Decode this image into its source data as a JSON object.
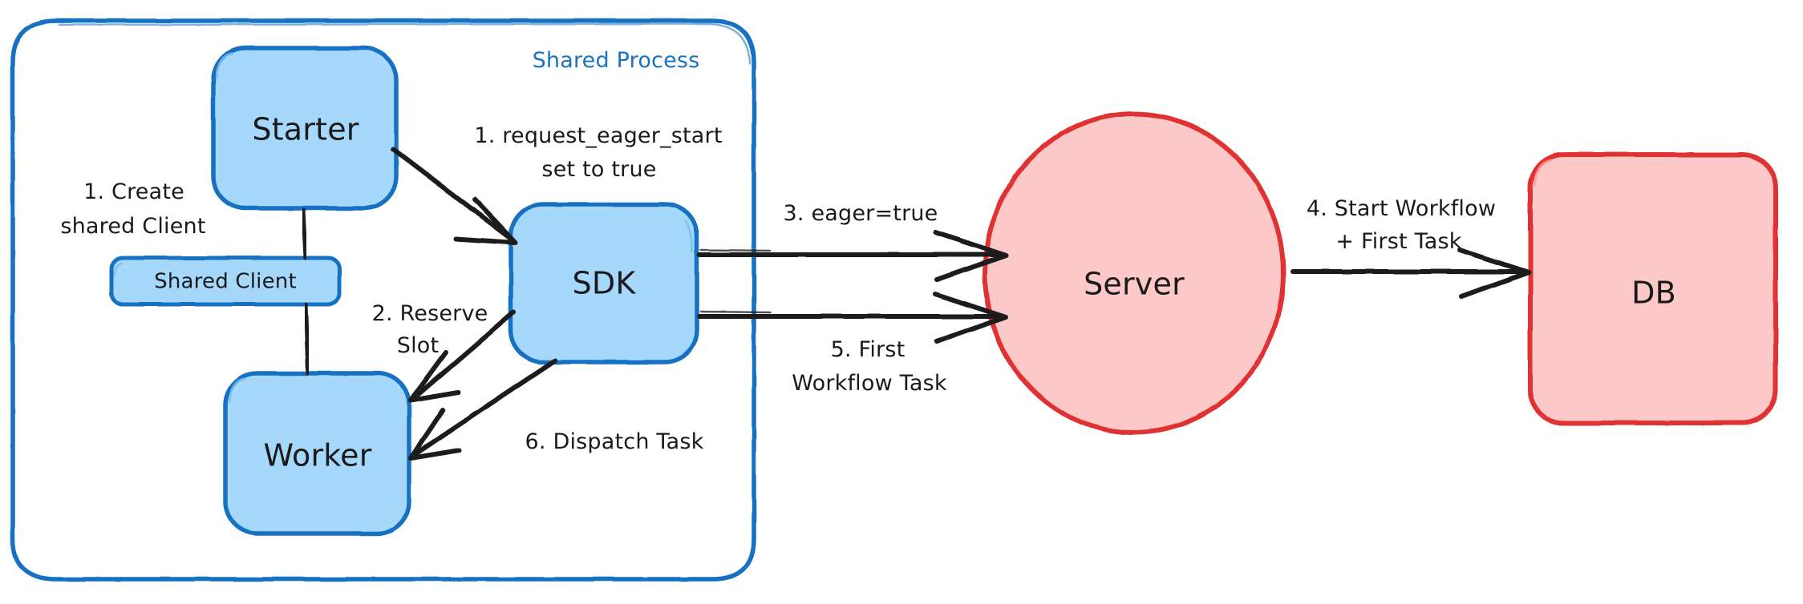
{
  "diagram": {
    "title": "Eager Workflow Start sequence",
    "colors": {
      "blue_fill": "#a5d8fa",
      "blue_stroke": "#1971c2",
      "red_fill": "#fcc8c8",
      "red_stroke": "#e03131",
      "line": "#1e1e1e",
      "background": "#ffffff"
    },
    "groups": [
      {
        "id": "shared-process",
        "label": "Shared Process"
      }
    ],
    "nodes": [
      {
        "id": "starter",
        "label": "Starter",
        "shape": "rounded-rect",
        "fill": "#a5d8fa",
        "stroke": "#1971c2"
      },
      {
        "id": "shared-client",
        "label": "Shared Client",
        "shape": "rounded-rect",
        "fill": "#a5d8fa",
        "stroke": "#1971c2"
      },
      {
        "id": "worker",
        "label": "Worker",
        "shape": "rounded-rect",
        "fill": "#a5d8fa",
        "stroke": "#1971c2"
      },
      {
        "id": "sdk",
        "label": "SDK",
        "shape": "rounded-rect",
        "fill": "#a5d8fa",
        "stroke": "#1971c2"
      },
      {
        "id": "server",
        "label": "Server",
        "shape": "ellipse",
        "fill": "#fcc8c8",
        "stroke": "#e03131"
      },
      {
        "id": "db",
        "label": "DB",
        "shape": "rounded-rect",
        "fill": "#fcc8c8",
        "stroke": "#e03131"
      }
    ],
    "edges": [
      {
        "id": "e1",
        "from": "starter",
        "to": "shared-client",
        "label": "1. Create\nshared Client",
        "arrow": false
      },
      {
        "id": "e2",
        "from": "shared-client",
        "to": "worker",
        "label": "",
        "arrow": false
      },
      {
        "id": "e3",
        "from": "starter",
        "to": "sdk",
        "label": "1. request_eager_start\nset to true",
        "arrow": true
      },
      {
        "id": "e4",
        "from": "sdk",
        "to": "worker",
        "label": "2. Reserve\nSlot",
        "arrow": true
      },
      {
        "id": "e5",
        "from": "sdk",
        "to": "server",
        "label": "3. eager=true",
        "arrow": true
      },
      {
        "id": "e6",
        "from": "server",
        "to": "db",
        "label": "4. Start Workflow\n+ First Task",
        "arrow": true
      },
      {
        "id": "e7",
        "from": "sdk",
        "to": "server",
        "label": "5. First\nWorkflow Task",
        "arrow": true
      },
      {
        "id": "e8",
        "from": "sdk",
        "to": "worker",
        "label": "6. Dispatch Task",
        "arrow": true
      }
    ],
    "labels": {
      "group_shared_process": "Shared Process",
      "node_starter": "Starter",
      "node_shared_client": "Shared Client",
      "node_worker": "Worker",
      "node_sdk": "SDK",
      "node_server": "Server",
      "node_db": "DB",
      "edge_create_shared_client_l1": "1. Create",
      "edge_create_shared_client_l2": "shared Client",
      "edge_request_eager_start_l1": "1. request_eager_start",
      "edge_request_eager_start_l2": "set to true",
      "edge_reserve_slot_l1": "2. Reserve",
      "edge_reserve_slot_l2": "Slot",
      "edge_eager_true": "3. eager=true",
      "edge_start_workflow_l1": "4. Start Workflow",
      "edge_start_workflow_l2": "+ First Task",
      "edge_first_workflow_task_l1": "5. First",
      "edge_first_workflow_task_l2": "Workflow Task",
      "edge_dispatch_task": "6. Dispatch Task"
    }
  }
}
